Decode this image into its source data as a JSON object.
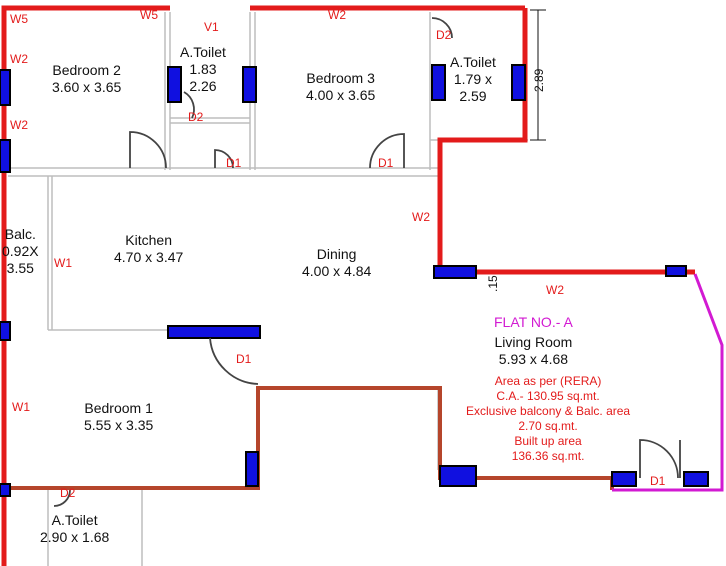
{
  "rooms": {
    "bedroom2": {
      "name": "Bedroom 2",
      "size": "3.60 x 3.65"
    },
    "atoilet1": {
      "name": "A.Toilet",
      "w": "1.83",
      "h": "2.26"
    },
    "bedroom3": {
      "name": "Bedroom 3",
      "size": "4.00 x 3.65"
    },
    "atoilet2": {
      "name": "A.Toilet",
      "w": "1.79 x",
      "h": "2.59"
    },
    "balcony": {
      "name": "Balc.",
      "w": "0.92X",
      "h": "3.55"
    },
    "kitchen": {
      "name": "Kitchen",
      "size": "4.70 x 3.47"
    },
    "dining": {
      "name": "Dining",
      "size": "4.00 x 4.84"
    },
    "living": {
      "name": "Living Room",
      "size": "5.93 x 4.68"
    },
    "bedroom1": {
      "name": "Bedroom 1",
      "size": "5.55 x 3.35"
    },
    "atoilet3": {
      "name": "A.Toilet",
      "size": "2.90 x 1.68"
    }
  },
  "flat": {
    "title": "FLAT NO.- A",
    "area_label": "Area as per  (RERA)",
    "carpet_area": "C.A.- 130.95 sq.mt.",
    "balcony_area_label": "Exclusive balcony & Balc. area",
    "balcony_area": "2.70 sq.mt.",
    "builtup_label": "Built up area",
    "builtup_area": "136.36 sq.mt."
  },
  "tags": {
    "w5": "W5",
    "w2": "W2",
    "v1": "V1",
    "d1": "D1",
    "d2": "D2",
    "w1": "W1"
  },
  "dimensions": {
    "right": "2.89",
    "ledge": ".15"
  },
  "colors": {
    "wall": "#e31b1b",
    "window": "#1010e0",
    "brown_wall": "#b5452b",
    "magenta_wall": "#d21ad2"
  }
}
